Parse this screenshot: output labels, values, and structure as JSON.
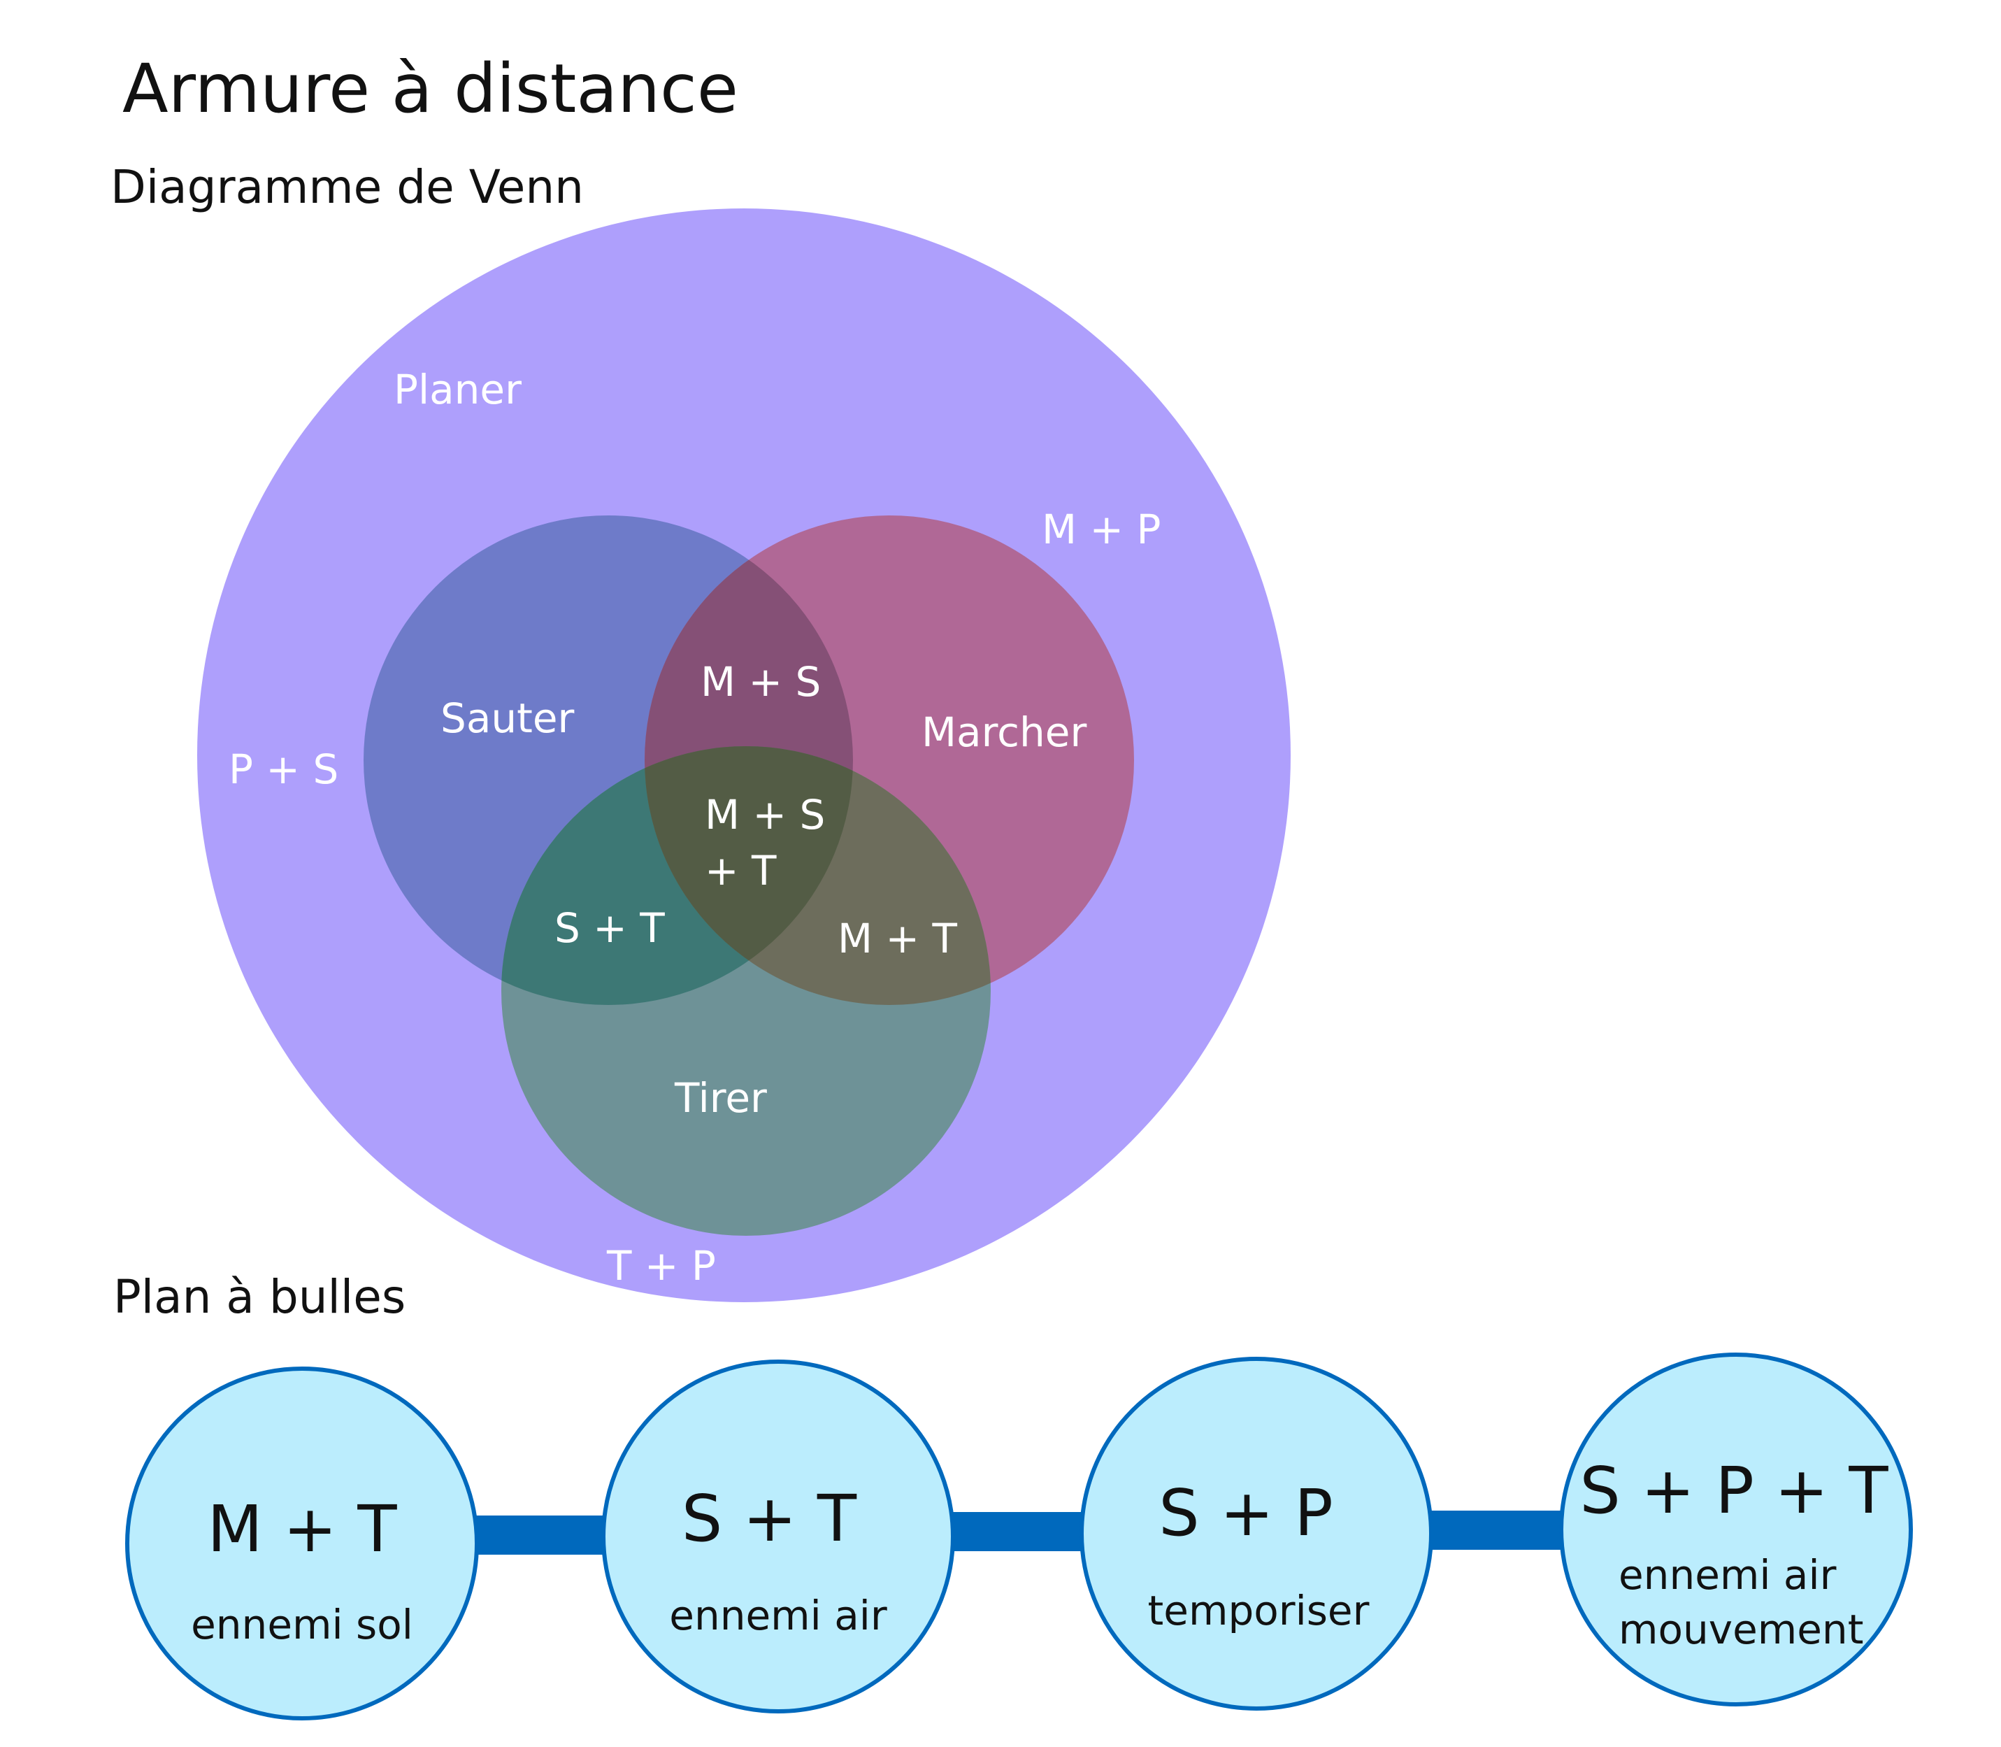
{
  "page_title": "Armure à distance",
  "venn": {
    "title": "Diagramme de Venn",
    "colors": {
      "planer": "#ae9ffc",
      "sauter": "#6e7bc9",
      "marcher": "#b06896",
      "tirer": "#6e9297",
      "m_s": "#855076",
      "s_t": "#3d7875",
      "m_t": "#6d6d5c",
      "m_s_t": "#535c45",
      "label": "#ffffff"
    },
    "labels": {
      "planer": "Planer",
      "sauter": "Sauter",
      "marcher": "Marcher",
      "tirer": "Tirer",
      "m_p": "M + P",
      "p_s": "P + S",
      "t_p": "T + P",
      "m_s": "M + S",
      "s_t": "S + T",
      "m_t": "M + T",
      "m_s_t_line1": "M + S",
      "m_s_t_line2": "+  T"
    }
  },
  "bubbles": {
    "title": "Plan à bulles",
    "colors": {
      "fill": "#bbedfd",
      "stroke": "#0069bd",
      "connector": "#0069bd",
      "text": "#111111"
    },
    "items": [
      {
        "main": "M + T",
        "sub": [
          "ennemi sol"
        ]
      },
      {
        "main": "S + T",
        "sub": [
          "ennemi air"
        ]
      },
      {
        "main": "S + P",
        "sub": [
          "temporiser"
        ]
      },
      {
        "main": "S + P + T",
        "sub": [
          "ennemi air",
          "mouvement"
        ]
      }
    ]
  }
}
